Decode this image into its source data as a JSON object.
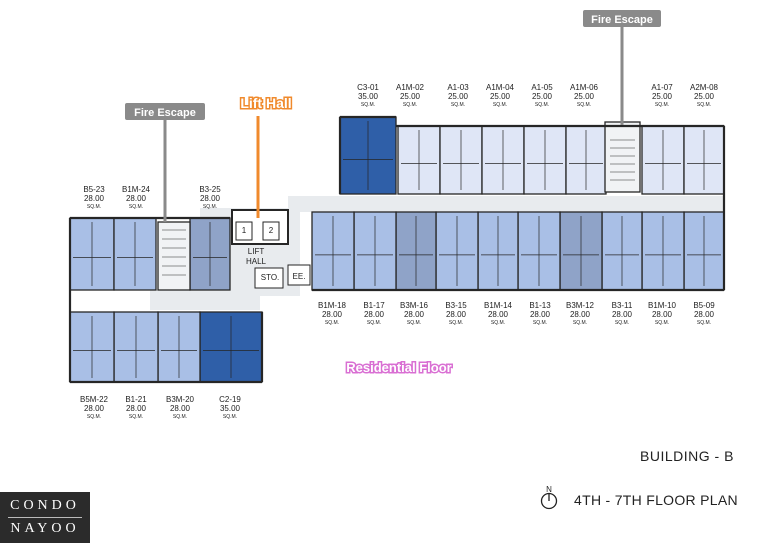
{
  "callouts": {
    "fire_escape_left": "Fire Escape",
    "fire_escape_right": "Fire Escape",
    "lift_hall": "Lift Hall",
    "residential_floor": "Residential Floor"
  },
  "core": {
    "lift_1": "1",
    "lift_2": "2",
    "lift_hall_l1": "LIFT",
    "lift_hall_l2": "HALL",
    "storage": "STO.",
    "electrical": "EE."
  },
  "units": [
    {
      "code": "C3-01",
      "area": "35.00",
      "unit": "SQ.M."
    },
    {
      "code": "A1M-02",
      "area": "25.00",
      "unit": "SQ.M."
    },
    {
      "code": "A1-03",
      "area": "25.00",
      "unit": "SQ.M."
    },
    {
      "code": "A1M-04",
      "area": "25.00",
      "unit": "SQ.M."
    },
    {
      "code": "A1-05",
      "area": "25.00",
      "unit": "SQ.M."
    },
    {
      "code": "A1M-06",
      "area": "25.00",
      "unit": "SQ.M."
    },
    {
      "code": "A1-07",
      "area": "25.00",
      "unit": "SQ.M."
    },
    {
      "code": "A2M-08",
      "area": "25.00",
      "unit": "SQ.M."
    },
    {
      "code": "B5-09",
      "area": "28.00",
      "unit": "SQ.M."
    },
    {
      "code": "B1M-10",
      "area": "28.00",
      "unit": "SQ.M."
    },
    {
      "code": "B3-11",
      "area": "28.00",
      "unit": "SQ.M."
    },
    {
      "code": "B3M-12",
      "area": "28.00",
      "unit": "SQ.M."
    },
    {
      "code": "B1-13",
      "area": "28.00",
      "unit": "SQ.M."
    },
    {
      "code": "B1M-14",
      "area": "28.00",
      "unit": "SQ.M."
    },
    {
      "code": "B3-15",
      "area": "28.00",
      "unit": "SQ.M."
    },
    {
      "code": "B3M-16",
      "area": "28.00",
      "unit": "SQ.M."
    },
    {
      "code": "B1-17",
      "area": "28.00",
      "unit": "SQ.M."
    },
    {
      "code": "B1M-18",
      "area": "28.00",
      "unit": "SQ.M."
    },
    {
      "code": "C2-19",
      "area": "35.00",
      "unit": "SQ.M."
    },
    {
      "code": "B3M-20",
      "area": "28.00",
      "unit": "SQ.M."
    },
    {
      "code": "B1-21",
      "area": "28.00",
      "unit": "SQ.M."
    },
    {
      "code": "B5M-22",
      "area": "28.00",
      "unit": "SQ.M."
    },
    {
      "code": "B5-23",
      "area": "28.00",
      "unit": "SQ.M."
    },
    {
      "code": "B1M-24",
      "area": "28.00",
      "unit": "SQ.M."
    },
    {
      "code": "B3-25",
      "area": "28.00",
      "unit": "SQ.M."
    }
  ],
  "building": "BUILDING - B",
  "floor_plan": "4TH - 7TH FLOOR PLAN",
  "north": "N",
  "logo": {
    "line1": "CONDO",
    "line2": "NAYOO"
  },
  "colors": {
    "light": "#dfe6f6",
    "mid": "#a9bfe6",
    "steel": "#8fa3c8",
    "dark": "#2f5fa8",
    "wall": "#262626",
    "corridor": "#e8ebee"
  }
}
